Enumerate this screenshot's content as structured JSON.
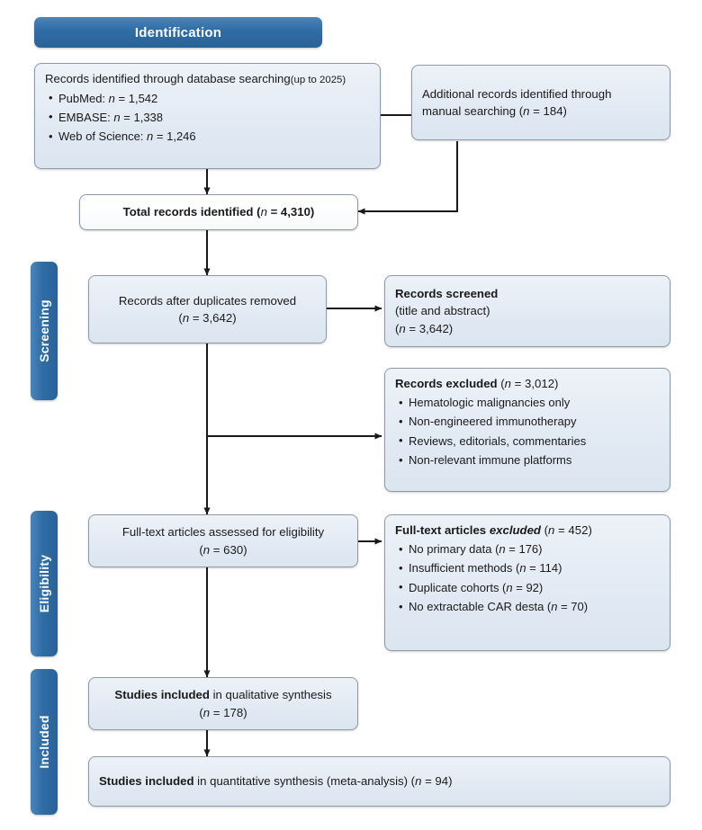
{
  "figure": {
    "type": "prisma-flow-diagram",
    "accent_color": "#2f6ca4",
    "box_fill": "#e2eaf4",
    "box_border": "#8d9aa8",
    "connector_color": "#1a1a1a"
  },
  "stages": {
    "identification": "Identification",
    "screening": "Screening",
    "eligibility": "Eligibility",
    "included": "Included"
  },
  "nodes": {
    "database_search": {
      "heading": "Records identified through database searching",
      "heading_suffix": "(up to 2025)",
      "items": [
        {
          "label": "PubMed:",
          "n_prefix": "n",
          "n_value": "= 1,542"
        },
        {
          "label": "EMBASE:",
          "n_prefix": "n",
          "n_value": "= 1,338"
        },
        {
          "label": "Web of Science:",
          "n_prefix": "n",
          "n_value": "= 1,246"
        }
      ]
    },
    "manual_search": {
      "line1": "Additional records identified through",
      "line2_text": "manual searching (",
      "line2_n": "n",
      "line2_value": " = 184)"
    },
    "total_records": {
      "text": "Total records identified (",
      "n": "n",
      "value": " = 4,310)"
    },
    "after_duplicates": {
      "line1": "Records after duplicates removed",
      "line2_n": "n",
      "line2_value": " = 3,642"
    },
    "records_screened": {
      "title": "Records screened",
      "subtitle": "(title and abstract)",
      "count_n": "n",
      "count_value": " = 3,642"
    },
    "records_excluded": {
      "title": "Records excluded",
      "count_n": "n",
      "count_value": " = 3,012",
      "reasons": [
        "Hematologic malignancies only",
        "Non-engineered immunotherapy",
        "Reviews, editorials, commentaries",
        "Non-relevant immune platforms"
      ]
    },
    "fulltext_assessed": {
      "line1": "Full-text articles assessed for eligibility",
      "line2_n": "n",
      "line2_value": " = 630"
    },
    "fulltext_excluded": {
      "title_regular": "Full-text articles ",
      "title_bold_italic": "excluded",
      "count_n": "n",
      "count_value": " = 452",
      "reasons": [
        {
          "text": "No primary data (",
          "n": "n",
          "value": " = 176)"
        },
        {
          "text": "Insufficient methods (",
          "n": "n",
          "value": " = 114)"
        },
        {
          "text": "Duplicate cohorts (",
          "n": "n",
          "value": " = 92)"
        },
        {
          "text": "No extractable CAR desta (",
          "n": "n",
          "value": " = 70)"
        }
      ]
    },
    "qualitative": {
      "bold": "Studies included",
      "rest": " in qualitative synthesis",
      "count_n": "n",
      "count_value": " = 178"
    },
    "quantitative": {
      "bold": "Studies included",
      "rest": " in quantitative synthesis (meta-analysis) (",
      "count_n": "n",
      "count_value": " = 94)"
    }
  }
}
